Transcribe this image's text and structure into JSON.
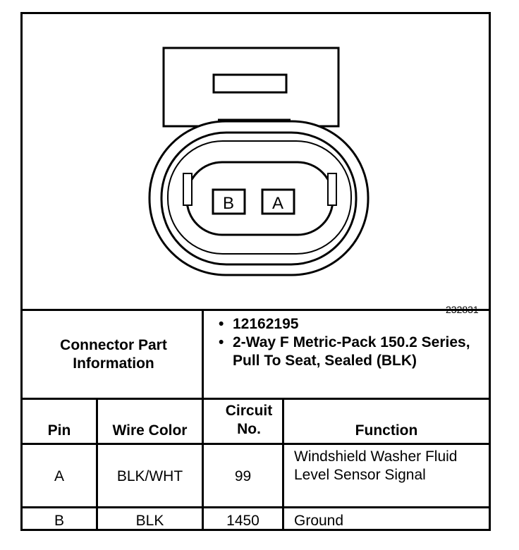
{
  "connector_view": {
    "figure_id": "232831",
    "cavities": [
      {
        "label": "B"
      },
      {
        "label": "A"
      }
    ]
  },
  "part_info": {
    "label": "Connector Part Information",
    "bullets": [
      "12162195",
      "2-Way F Metric-Pack 150.2 Series, Pull To Seat, Sealed (BLK)"
    ]
  },
  "pin_table": {
    "headers": [
      "Pin",
      "Wire Color",
      "Circuit No.",
      "Function"
    ],
    "rows": [
      [
        "A",
        "BLK/WHT",
        "99",
        "Windshield Washer Fluid Level Sensor Signal"
      ],
      [
        "B",
        "BLK",
        "1450",
        "Ground"
      ]
    ]
  }
}
